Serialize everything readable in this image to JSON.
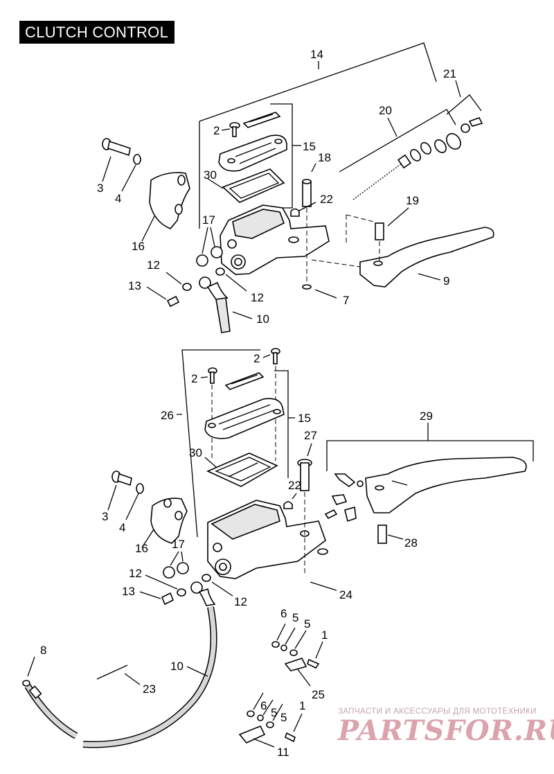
{
  "title": "CLUTCH CONTROL",
  "callouts": {
    "c14": "14",
    "c21": "21",
    "c20": "20",
    "c2a": "2",
    "c15a": "15",
    "c18": "18",
    "c30a": "30",
    "c22a": "22",
    "c19": "19",
    "c3a": "3",
    "c4a": "4",
    "c16a": "16",
    "c17a": "17",
    "c12a": "12",
    "c13a": "13",
    "c12b": "12",
    "c10a": "10",
    "c9": "9",
    "c7": "7",
    "c2b": "2",
    "c2c": "2",
    "c26": "26",
    "c15b": "15",
    "c29": "29",
    "c27": "27",
    "c30b": "30",
    "c22b": "22",
    "c3b": "3",
    "c4b": "4",
    "c28": "28",
    "c16b": "16",
    "c17b": "17",
    "c12c": "12",
    "c13b": "13",
    "c12d": "12",
    "c24": "24",
    "c6a": "6",
    "c5a": "5",
    "c5b": "5",
    "c1a": "1",
    "c8": "8",
    "c10b": "10",
    "c23": "23",
    "c25": "25",
    "c6b": "6",
    "c5c": "5",
    "c5d": "5",
    "c1b": "1",
    "c11": "11"
  },
  "watermark": {
    "tagline": "ЗАПЧАСТИ И АКСЕССУАРЫ ДЛЯ МОТОТЕХНИКИ",
    "logo": "PARTSFOR.RU"
  }
}
